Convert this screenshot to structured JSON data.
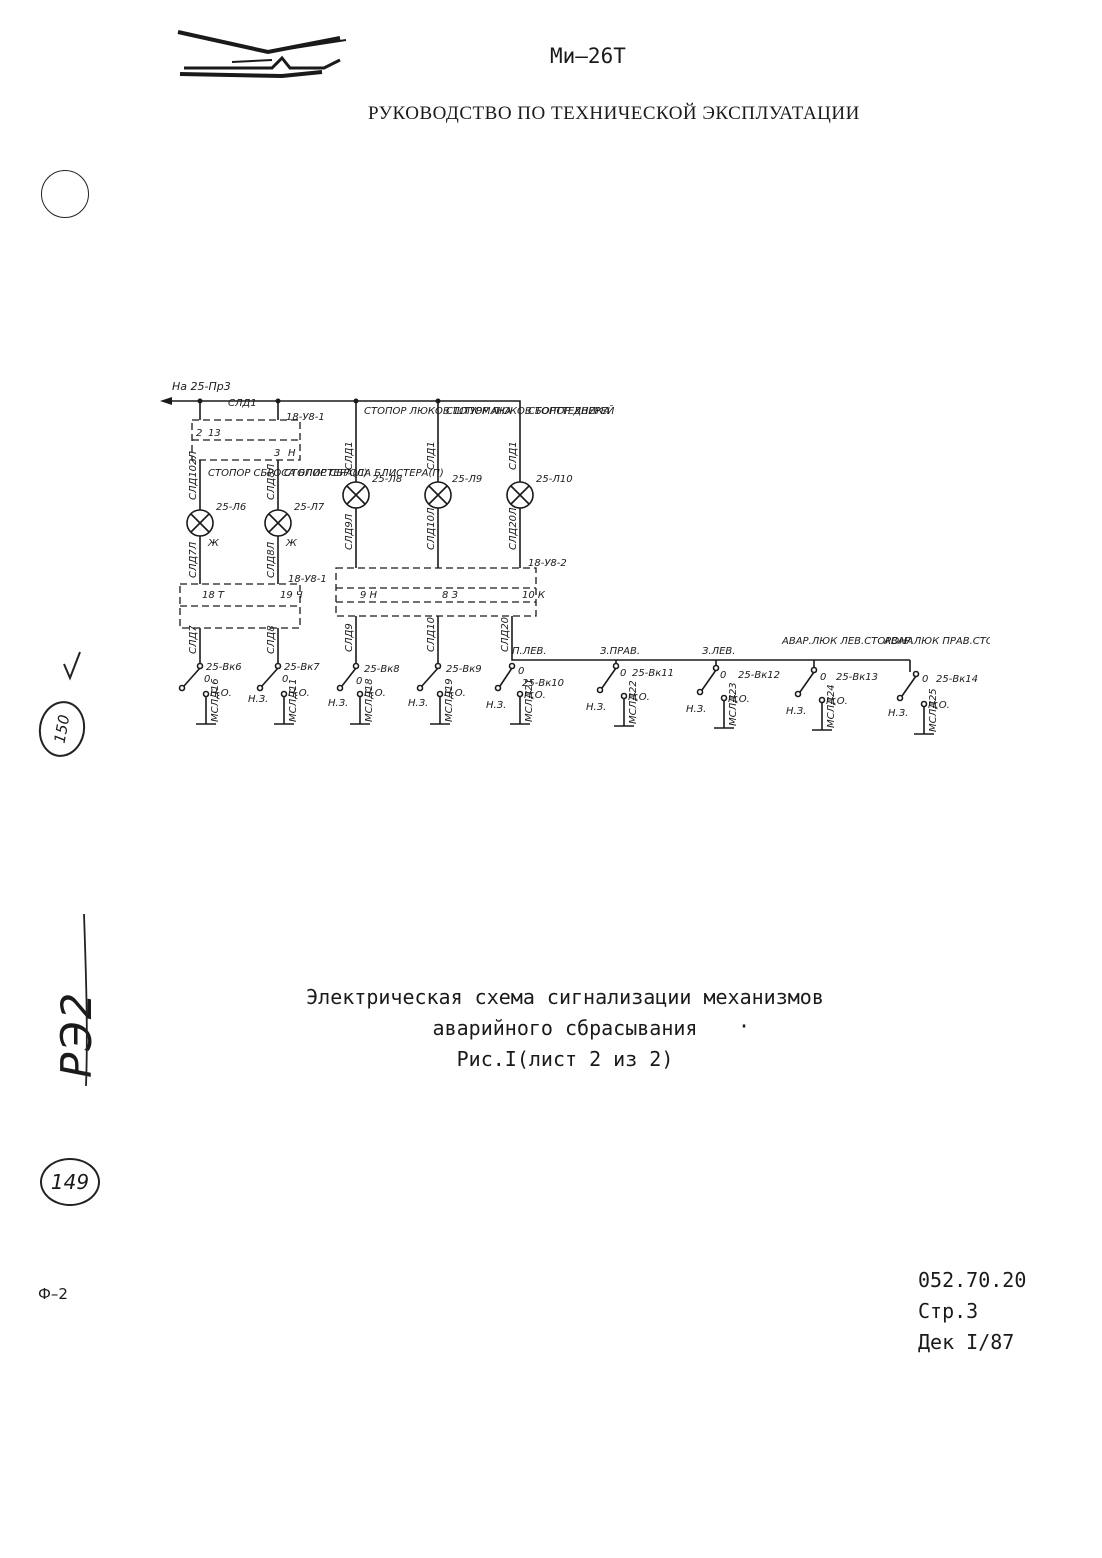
{
  "header": {
    "model": "Ми–26Т",
    "manual_title": "РУКОВОДСТВО ПО ТЕХНИЧЕСКОЙ ЭКСПЛУАТАЦИИ"
  },
  "schematic": {
    "feed_label": "На 25-Пр3",
    "bus_label": "СЛД1",
    "connector_top": "18-У8-1",
    "connector_mid_left": "18-У8-1",
    "connector_mid_right": "18-У8-2",
    "pins_top": [
      "2",
      "13",
      "3",
      "Н"
    ],
    "lamps": [
      {
        "id": "25-Л6",
        "title": "СТОПОР СБРОСА БЛИСТЕРА(Л)",
        "wire_top": "СЛД102Л",
        "wire_bottom": "СЛД7Л",
        "color": "Ж"
      },
      {
        "id": "25-Л7",
        "title": "СТОПОР СБРОСА БЛИСТЕРА(П)",
        "wire_top": "СЛД8Л",
        "wire_bottom": "СЛД8Л",
        "color": "Ж"
      },
      {
        "id": "25-Л8",
        "title": "СТОПОР ЛЮКОВ ШТУРМАНА",
        "wire_top": "СЛД1",
        "wire_bottom": "СЛД9Л",
        "color": ""
      },
      {
        "id": "25-Л9",
        "title": "СТОПОР ЛЮКОВ БОРТТЕХНИКА",
        "wire_top": "СЛД1",
        "wire_bottom": "СЛД10Л",
        "color": ""
      },
      {
        "id": "25-Л10",
        "title": "СТОПОР ДВЕРЕЙ",
        "wire_top": "СЛД1",
        "wire_bottom": "СЛД20Л",
        "color": ""
      }
    ],
    "switches": [
      {
        "id": "25-Вк6",
        "wire": "СЛД7",
        "ground": "МСЛД16",
        "pins": "18 Т"
      },
      {
        "id": "25-Вк7",
        "wire": "СЛД8",
        "ground": "МСЛД11",
        "pins": "19 Ч"
      },
      {
        "id": "25-Вк8",
        "wire": "СЛД9",
        "ground": "МСЛД18",
        "pins": "9 Н"
      },
      {
        "id": "25-Вк9",
        "wire": "СЛД10",
        "ground": "МСЛД19",
        "pins": "8 З"
      },
      {
        "id": "25-Вк10",
        "wire": "СЛД20",
        "ground": "МСЛД21",
        "pins": "10 К",
        "title": "П.ЛЕВ."
      },
      {
        "id": "25-Вк11",
        "wire": "",
        "ground": "МСЛД22",
        "title": "З.ПРАВ."
      },
      {
        "id": "25-Вк12",
        "wire": "",
        "ground": "МСЛД23",
        "title": "З.ЛЕВ."
      },
      {
        "id": "25-Вк13",
        "wire": "",
        "ground": "МСЛД24",
        "title": "АВАР.ЛЮК ЛЕВ.СТОРОНА"
      },
      {
        "id": "25-Вк14",
        "wire": "",
        "ground": "МСЛД25",
        "title": "АВАР.ЛЮК ПРАВ.СТОРОНА"
      }
    ],
    "contact_nc": "Н.З.",
    "contact_no": "Н.О.",
    "contact_zero": "0"
  },
  "caption": {
    "line1": "Электрическая схема сигнализации механизмов",
    "line2": "аварийного сбрасывания",
    "line3": "Рис.I(лист 2 из 2)"
  },
  "footer": {
    "form_code": "Ф–2",
    "doc_number": "052.70.20",
    "page": "Стр.3",
    "revision": "Дек I/87"
  },
  "margin_notes": {
    "vertical_handwriting": "РЭ2",
    "circled_note": "150",
    "circled_page": "149"
  }
}
